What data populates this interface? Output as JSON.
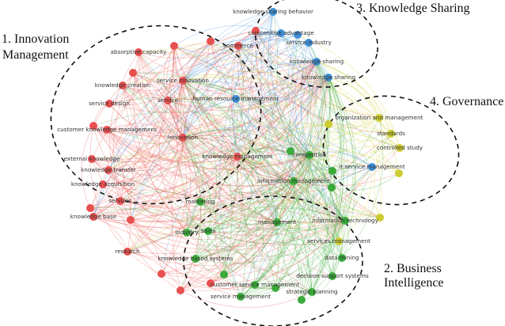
{
  "clusters": [
    {
      "id": "c1",
      "label_line1": "1.  Innovation",
      "label_line2": "Management",
      "color": "#e8504f"
    },
    {
      "id": "c2",
      "label_line1": "2. Business",
      "label_line2": "Intelligence",
      "color": "#3aaa3a"
    },
    {
      "id": "c3",
      "label_line1": "3. Knowledge Sharing",
      "label_line2": "",
      "color": "#3f8fd6"
    },
    {
      "id": "c4",
      "label_line1": "4. Governance",
      "label_line2": "",
      "color": "#cccc30"
    }
  ],
  "nodes": [
    {
      "label": "absorptive capacity",
      "cluster": "c1"
    },
    {
      "label": "",
      "cluster": "c1"
    },
    {
      "label": "",
      "cluster": "c1"
    },
    {
      "label": "commerce",
      "cluster": "c1"
    },
    {
      "label": "",
      "cluster": "c1"
    },
    {
      "label": "knowledge creation",
      "cluster": "c1"
    },
    {
      "label": "service innovation",
      "cluster": "c1"
    },
    {
      "label": "service",
      "cluster": "c1"
    },
    {
      "label": "service design",
      "cluster": "c1"
    },
    {
      "label": "",
      "cluster": "c1"
    },
    {
      "label": "customer knowledge management",
      "cluster": "c1"
    },
    {
      "label": "innovation",
      "cluster": "c1"
    },
    {
      "label": "external knowledge",
      "cluster": "c1"
    },
    {
      "label": "knowledge management",
      "cluster": "c1"
    },
    {
      "label": "knowledge transfer",
      "cluster": "c1"
    },
    {
      "label": "knowledge acquisition",
      "cluster": "c1"
    },
    {
      "label": "services",
      "cluster": "c1"
    },
    {
      "label": "",
      "cluster": "c1"
    },
    {
      "label": "knowledge base",
      "cluster": "c1"
    },
    {
      "label": "",
      "cluster": "c1"
    },
    {
      "label": "research",
      "cluster": "c1"
    },
    {
      "label": "",
      "cluster": "c1"
    },
    {
      "label": "",
      "cluster": "c1"
    },
    {
      "label": "",
      "cluster": "c1"
    },
    {
      "label": "",
      "cluster": "c1"
    },
    {
      "label": "knowledge sharing behavior",
      "cluster": "c3"
    },
    {
      "label": "competitive advantage",
      "cluster": "c3"
    },
    {
      "label": "",
      "cluster": "c3"
    },
    {
      "label": "service industry",
      "cluster": "c3"
    },
    {
      "label": "knowledge-sharing",
      "cluster": "c3"
    },
    {
      "label": "knowledge sharing",
      "cluster": "c3"
    },
    {
      "label": "human resource management",
      "cluster": "c3"
    },
    {
      "label": "it service management",
      "cluster": "c3"
    },
    {
      "label": "",
      "cluster": "c4"
    },
    {
      "label": "organization and management",
      "cluster": "c4"
    },
    {
      "label": "standards",
      "cluster": "c4"
    },
    {
      "label": "controlled study",
      "cluster": "c4"
    },
    {
      "label": "",
      "cluster": "c4"
    },
    {
      "label": "",
      "cluster": "c4"
    },
    {
      "label": "services management",
      "cluster": "c4"
    },
    {
      "label": "",
      "cluster": "c2"
    },
    {
      "label": "competition",
      "cluster": "c2"
    },
    {
      "label": "",
      "cluster": "c2"
    },
    {
      "label": "",
      "cluster": "c2"
    },
    {
      "label": "information management",
      "cluster": "c2"
    },
    {
      "label": "marketing",
      "cluster": "c2"
    },
    {
      "label": "industry",
      "cluster": "c2"
    },
    {
      "label": "sales",
      "cluster": "c2"
    },
    {
      "label": "knowledge based systems",
      "cluster": "c2"
    },
    {
      "label": "management",
      "cluster": "c2"
    },
    {
      "label": "information technology",
      "cluster": "c2"
    },
    {
      "label": "data mining",
      "cluster": "c2"
    },
    {
      "label": "decision support systems",
      "cluster": "c2"
    },
    {
      "label": "",
      "cluster": "c2"
    },
    {
      "label": "customer service management",
      "cluster": "c2"
    },
    {
      "label": "",
      "cluster": "c2"
    },
    {
      "label": "service management",
      "cluster": "c2"
    },
    {
      "label": "strategic planning",
      "cluster": "c2"
    },
    {
      "label": "",
      "cluster": "c2"
    }
  ]
}
